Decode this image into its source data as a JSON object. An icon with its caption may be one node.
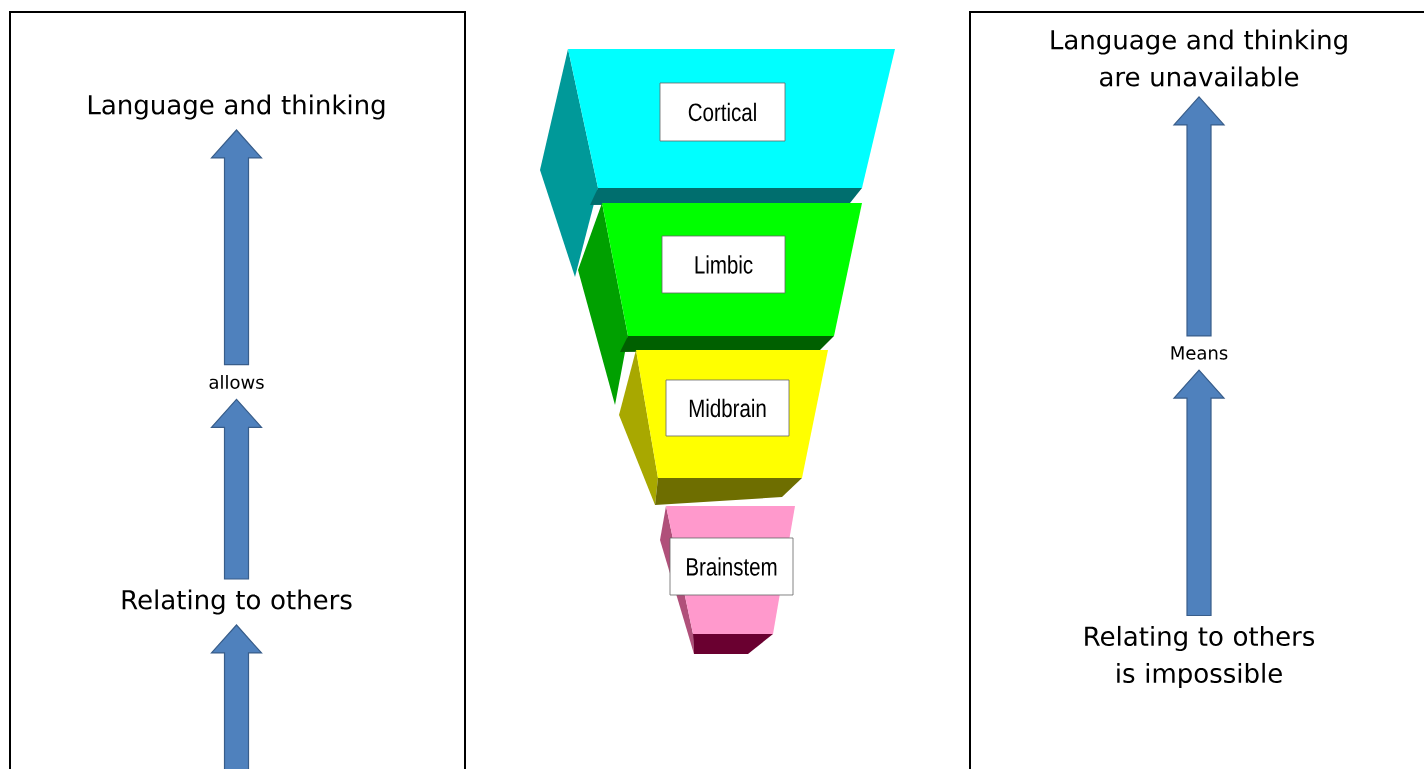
{
  "diagram": {
    "nodes": [
      {
        "text": [],
        "shape": "box"
      },
      {
        "text": [
          "Language and thinking"
        ],
        "in": 0
      },
      {
        "text": [
          "allows"
        ],
        "in": 0
      },
      {
        "text": [
          "Relating to others"
        ],
        "in": 0
      },
      {
        "text": [
          "Cortical"
        ]
      },
      {
        "text": [
          "Limbic"
        ]
      },
      {
        "text": [
          "Midbrain"
        ]
      },
      {
        "text": [
          "Brainstem"
        ]
      },
      {
        "text": [],
        "shape": "box"
      },
      {
        "text": [
          "Language and thinking are unavailable"
        ],
        "in": 8
      },
      {
        "text": [
          "Means"
        ],
        "in": 8
      },
      {
        "text": [
          "Relating to others is impossible"
        ],
        "in": 8
      }
    ],
    "edges": [
      {
        "from": 2,
        "to": 1,
        "arrow": "to"
      },
      {
        "from": 3,
        "to": 2,
        "arrow": "to"
      },
      {
        "from": null,
        "to": 3,
        "arrow": "to"
      },
      {
        "from": 10,
        "to": 9,
        "arrow": "to"
      },
      {
        "from": 11,
        "to": 10,
        "arrow": "to"
      }
    ]
  }
}
